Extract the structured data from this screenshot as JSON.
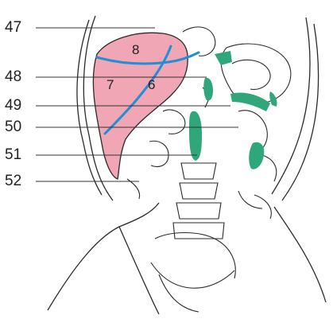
{
  "callouts": [
    {
      "id": "47",
      "label": "47"
    },
    {
      "id": "48",
      "label": "48"
    },
    {
      "id": "49",
      "label": "49"
    },
    {
      "id": "50",
      "label": "50"
    },
    {
      "id": "51",
      "label": "51"
    },
    {
      "id": "52",
      "label": "52"
    }
  ],
  "segments": [
    {
      "id": "8",
      "label": "8"
    },
    {
      "id": "7",
      "label": "7"
    },
    {
      "id": "6",
      "label": "6"
    }
  ],
  "colors": {
    "liver": "#f0a6b4",
    "vessel": "#1f8fd6",
    "organ_highlight": "#2fa77a",
    "outline": "#2a2a2a",
    "callout_line": "#333333"
  }
}
